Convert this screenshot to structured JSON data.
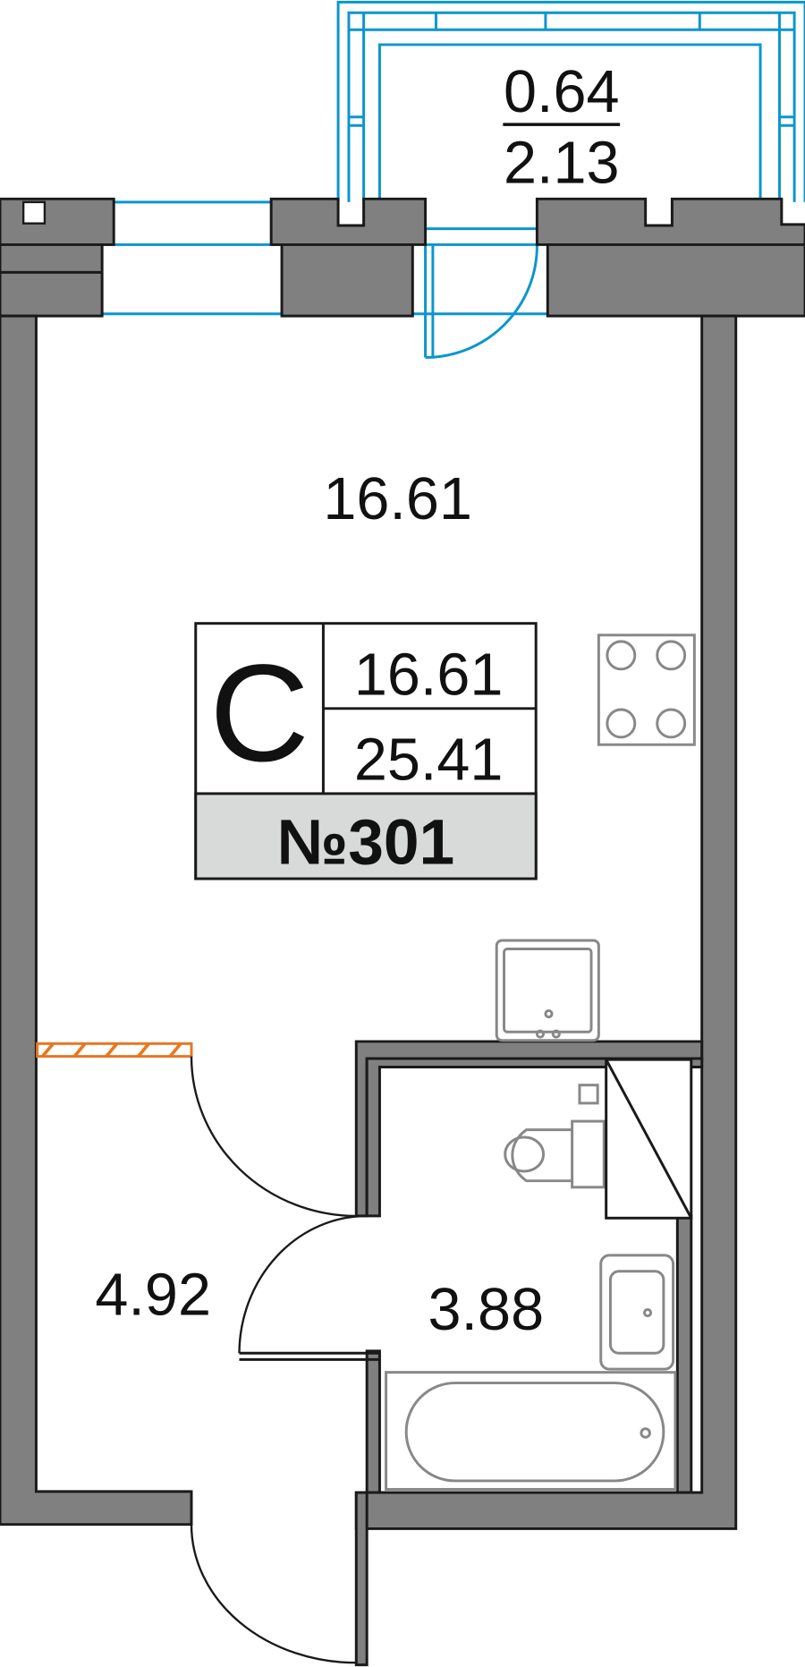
{
  "balcony": {
    "living_area": "0.64",
    "total_area": "2.13"
  },
  "rooms": {
    "main_room_area": "16.61",
    "hall_area": "4.92",
    "bathroom_area": "3.88"
  },
  "info_box": {
    "type_letter": "C",
    "living_area": "16.61",
    "total_area": "25.41",
    "apartment_number": "№301"
  },
  "colors": {
    "wall": "#808080",
    "window": "#0a96d0",
    "partition_hatch": "#e87722",
    "info_box_footer": "#d8dad9"
  }
}
